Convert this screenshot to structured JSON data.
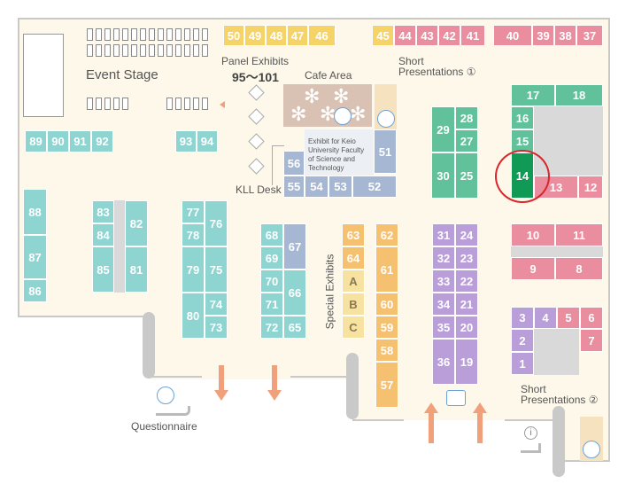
{
  "labels": {
    "event_stage": "Event Stage",
    "panel_exhibits": "Panel Exhibits",
    "panel_range": "95～101",
    "cafe_area": "Cafe Area",
    "short_pres_1a": "Short",
    "short_pres_1b": "Presentations ①",
    "short_pres_2a": "Short",
    "short_pres_2b": "Presentations ②",
    "keio_exhibit": "Exhibit for Keio University Faculty of Science and Technology",
    "kll_desk": "KLL Desk",
    "special_exhibits": "Special Exhibits",
    "questionnaire": "Questionnaire"
  },
  "booths": {
    "b50": "50",
    "b49": "49",
    "b48": "48",
    "b47": "47",
    "b46": "46",
    "b45": "45",
    "b44": "44",
    "b43": "43",
    "b42": "42",
    "b41": "41",
    "b40": "40",
    "b39": "39",
    "b38": "38",
    "b37": "37",
    "b89": "89",
    "b90": "90",
    "b91": "91",
    "b92": "92",
    "b93": "93",
    "b94": "94",
    "b56": "56",
    "b55": "55",
    "b54": "54",
    "b53": "53",
    "b52": "52",
    "b51": "51",
    "b29": "29",
    "b28": "28",
    "b27": "27",
    "b30": "30",
    "b25": "25",
    "b17": "17",
    "b18": "18",
    "b16": "16",
    "b15": "15",
    "b14": "14",
    "b13": "13",
    "b12": "12",
    "b88": "88",
    "b87": "87",
    "b86": "86",
    "b83": "83",
    "b84": "84",
    "b85": "85",
    "b82": "82",
    "b81": "81",
    "b77": "77",
    "b78": "78",
    "b79": "79",
    "b80": "80",
    "b76": "76",
    "b75": "75",
    "b74": "74",
    "b73": "73",
    "b68": "68",
    "b69": "69",
    "b70": "70",
    "b71": "71",
    "b72": "72",
    "b67": "67",
    "b66": "66",
    "b65": "65",
    "b63": "63",
    "b64": "64",
    "bA": "A",
    "bB": "B",
    "bC": "C",
    "b62": "62",
    "b61": "61",
    "b60": "60",
    "b59": "59",
    "b58": "58",
    "b57": "57",
    "b31": "31",
    "b32": "32",
    "b33": "33",
    "b34": "34",
    "b35": "35",
    "b36": "36",
    "b24": "24",
    "b23": "23",
    "b22": "22",
    "b21": "21",
    "b20": "20",
    "b19": "19",
    "b10": "10",
    "b11": "11",
    "b9": "9",
    "b8": "8",
    "b3": "3",
    "b4": "4",
    "b5": "5",
    "b6": "6",
    "b2": "2",
    "b7": "7",
    "b1": "1"
  },
  "highlight": {
    "booth": "14",
    "color": "#119a55",
    "ring_color": "#d9262c"
  },
  "colors": {
    "industry_yellow": "#f6d366",
    "pink": "#e98d9f",
    "teal": "#8ed4d0",
    "green": "#61c19a",
    "lavender": "#b99ed9",
    "orange": "#f5c070",
    "blue": "#a5b7d3",
    "floor": "#fdf8ea",
    "arrow": "#f0a07a"
  },
  "icons": [
    "presentation-screen-icon",
    "information-icon",
    "entrance-arrow-icon",
    "cafe-star-icon"
  ]
}
